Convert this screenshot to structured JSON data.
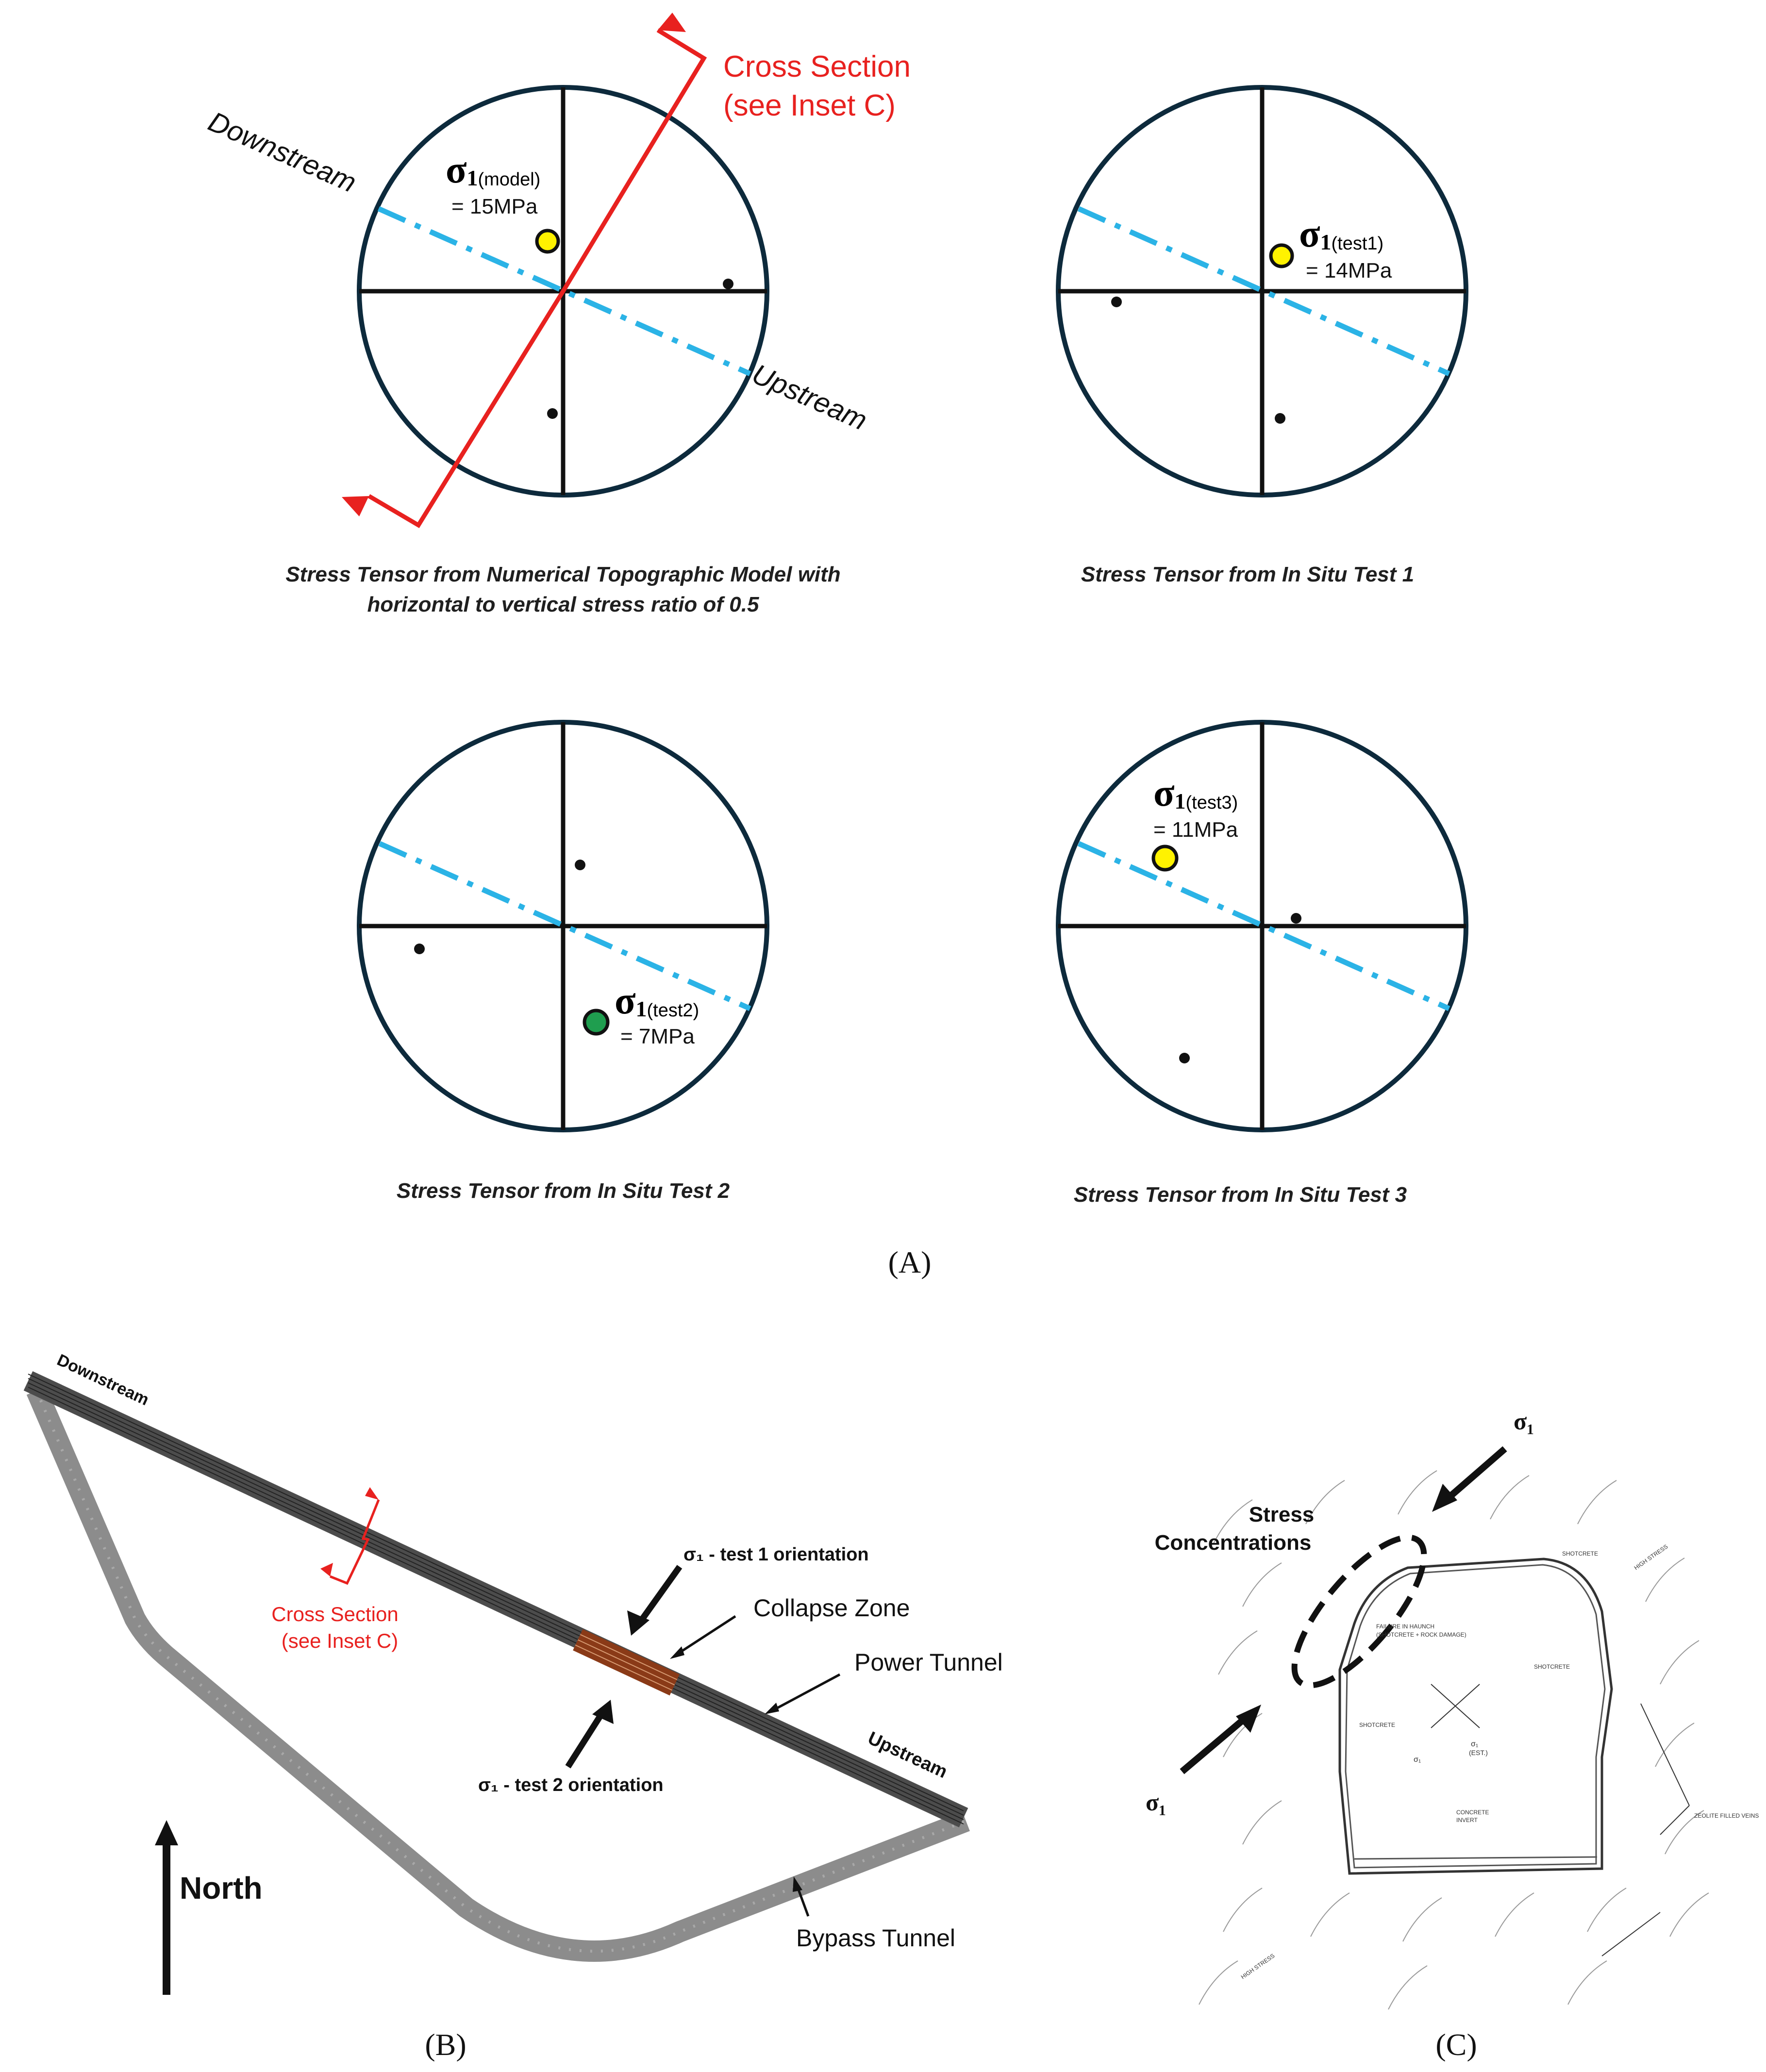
{
  "panels": {
    "a": "(A)",
    "b": "(B)",
    "c": "(C)"
  },
  "inset_a": {
    "cross_section": [
      "Cross Section",
      "(see Inset C)"
    ],
    "downstream": "Downstream",
    "upstream": "Upstream",
    "stereonets": [
      {
        "caption": [
          "Stress Tensor from Numerical Topographic Model with",
          "horizontal to vertical stress ratio of 0.5"
        ],
        "sigma_symbol": "σ",
        "sigma_sub": "1",
        "sigma_tag": "(model)",
        "sigma_value": "= 15MPa",
        "marker_color": "#fff200"
      },
      {
        "caption": [
          "Stress Tensor from In Situ Test 1"
        ],
        "sigma_symbol": "σ",
        "sigma_sub": "1",
        "sigma_tag": "(test1)",
        "sigma_value": "= 14MPa",
        "marker_color": "#fff200"
      },
      {
        "caption": [
          "Stress Tensor from In Situ Test 2"
        ],
        "sigma_symbol": "σ",
        "sigma_sub": "1",
        "sigma_tag": "(test2)",
        "sigma_value": "= 7MPa",
        "marker_color": "#1f9e4f"
      },
      {
        "caption": [
          "Stress Tensor from In Situ Test 3"
        ],
        "sigma_symbol": "σ",
        "sigma_sub": "1",
        "sigma_tag": "(test3)",
        "sigma_value": "= 11MPa",
        "marker_color": "#fff200"
      }
    ]
  },
  "inset_b": {
    "downstream": "Downstream",
    "upstream": "Upstream",
    "cross_section": [
      "Cross Section",
      "(see Inset C)"
    ],
    "sigma_test1": "σ₁ - test 1 orientation",
    "sigma_test2": "σ₁ - test 2 orientation",
    "collapse_zone": "Collapse Zone",
    "power_tunnel": "Power Tunnel",
    "bypass_tunnel": "Bypass Tunnel",
    "north": "North"
  },
  "inset_c": {
    "sigma_top": "σ₁",
    "sigma_bottom": "σ₁",
    "stress_conc": [
      "Stress",
      "Concentrations"
    ],
    "shotcrete": "SHOTCRETE",
    "high_stress": "HIGH STRESS",
    "failure": [
      "FAILURE IN HAUNCH",
      "(SHOTCRETE + ROCK DAMAGE)"
    ],
    "zeolite": "ZEOLITE FILLED VEINS",
    "concrete": [
      "CONCRETE",
      "INVERT"
    ],
    "sigma_est": [
      "σ₁",
      "(EST.)"
    ],
    "sigma_small": "σ₁"
  },
  "colors": {
    "circle": "#0d2a3c",
    "strike_line": "#2bb3e6",
    "cross_section": "#e8211f",
    "collapse_zone": "#8a3a17",
    "power_tunnel": "#555555",
    "bypass_tunnel": "#8c8c8c"
  }
}
